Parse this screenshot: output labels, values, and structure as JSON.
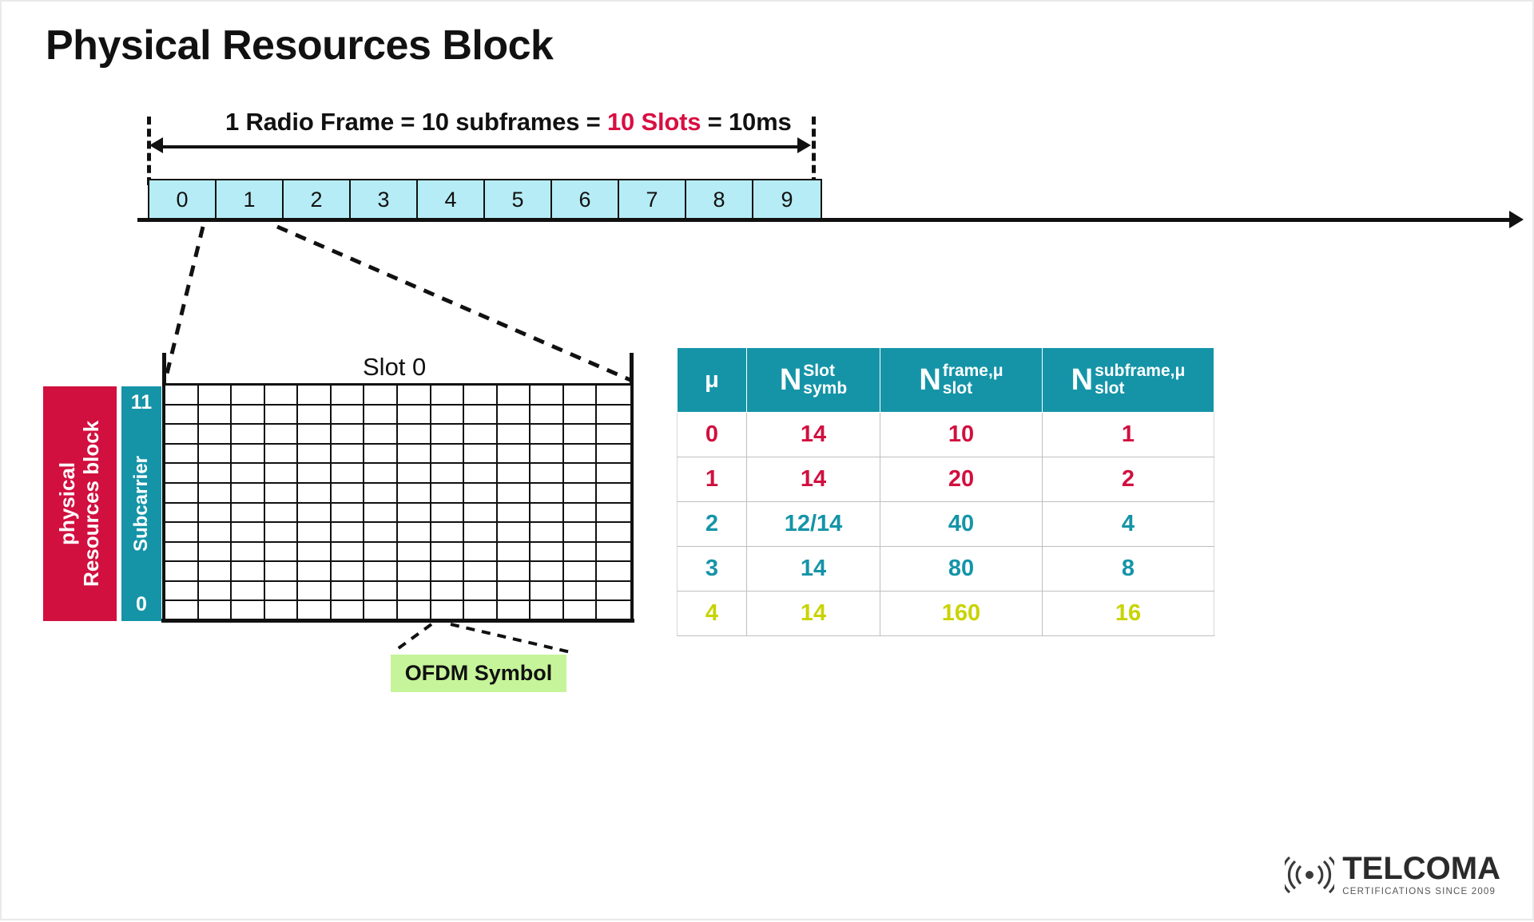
{
  "page": {
    "title": "Physical Resources Block",
    "background": "#ffffff"
  },
  "colors": {
    "crimson": "#d1103f",
    "teal": "#1594a8",
    "light_blue": "#b6ecf5",
    "green": "#c6f49a",
    "yellow_green": "#c8d400",
    "black": "#111111"
  },
  "radio_frame": {
    "caption_prefix": "1 Radio Frame = 10 subframes = ",
    "caption_highlight": "10 Slots",
    "caption_suffix": " = 10ms",
    "subframes": [
      "0",
      "1",
      "2",
      "3",
      "4",
      "5",
      "6",
      "7",
      "8",
      "9"
    ]
  },
  "resource_grid": {
    "slot_caption": "Slot 0",
    "prb_label": "physical\nResources block",
    "prb_label_line1": "physical",
    "prb_label_line2": "Resources block",
    "subcarrier_label": "Subcarrier",
    "subcarrier_top": "11",
    "subcarrier_bottom": "0",
    "columns": 14,
    "rows": 12,
    "ofdm_label": "OFDM Symbol"
  },
  "numerology_table": {
    "headers": [
      {
        "base": "μ",
        "sup": "",
        "sub": ""
      },
      {
        "base": "N",
        "sup": "Slot",
        "sub": "symb"
      },
      {
        "base": "N",
        "sup": "frame,μ",
        "sub": "slot"
      },
      {
        "base": "N",
        "sup": "subframe,μ",
        "sub": "slot"
      }
    ],
    "rows": [
      {
        "mu": "0",
        "n_symb_slot": "14",
        "n_slot_frame": "10",
        "n_slot_subframe": "1",
        "color": "#d1103f"
      },
      {
        "mu": "1",
        "n_symb_slot": "14",
        "n_slot_frame": "20",
        "n_slot_subframe": "2",
        "color": "#d1103f"
      },
      {
        "mu": "2",
        "n_symb_slot": "12/14",
        "n_slot_frame": "40",
        "n_slot_subframe": "4",
        "color": "#1594a8"
      },
      {
        "mu": "3",
        "n_symb_slot": "14",
        "n_slot_frame": "80",
        "n_slot_subframe": "8",
        "color": "#1594a8"
      },
      {
        "mu": "4",
        "n_symb_slot": "14",
        "n_slot_frame": "160",
        "n_slot_subframe": "16",
        "color": "#c8d400"
      }
    ]
  },
  "logo": {
    "name": "TELCOMA",
    "tagline": "CERTIFICATIONS SINCE 2009"
  }
}
